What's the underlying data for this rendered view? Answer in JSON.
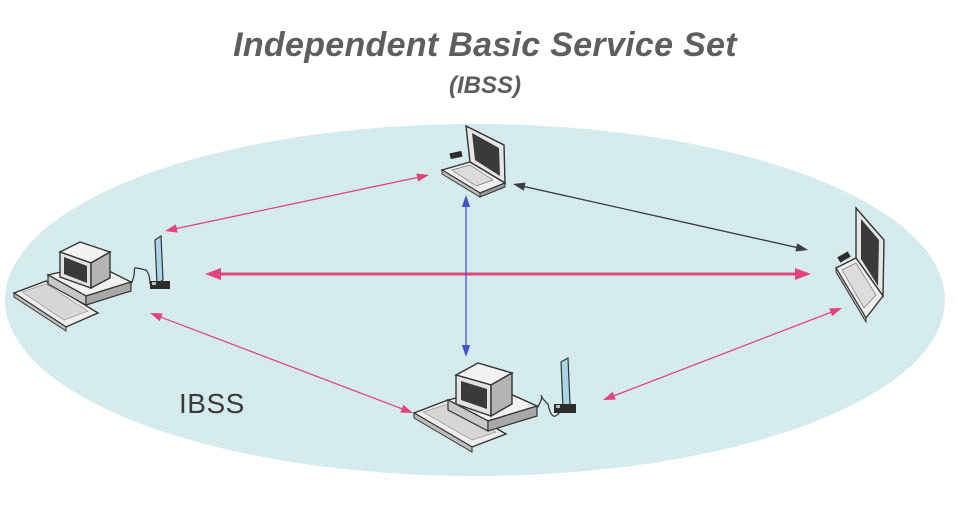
{
  "title": "Independent Basic Service Set",
  "subtitle": "(IBSS)",
  "ellipse_label": "IBSS",
  "colors": {
    "ellipse_fill": "#d3eaed",
    "link_pink": "#e2457a",
    "link_blue": "#4652c8",
    "link_dark": "#3c3c4a",
    "device_body": "#ececec",
    "device_outline": "#3a3a3a",
    "screen": "#3a3a3a",
    "antenna": "#a9d6e6"
  },
  "nodes": [
    {
      "id": "laptop-top",
      "type": "laptop"
    },
    {
      "id": "desktop-left",
      "type": "desktop-with-antenna"
    },
    {
      "id": "laptop-right",
      "type": "laptop"
    },
    {
      "id": "desktop-bottom",
      "type": "desktop-with-antenna"
    }
  ],
  "links": [
    {
      "from": "desktop-left",
      "to": "laptop-top",
      "color": "pink"
    },
    {
      "from": "laptop-top",
      "to": "laptop-right",
      "color": "dark"
    },
    {
      "from": "desktop-left",
      "to": "laptop-right",
      "color": "pink",
      "emphasis": "thick"
    },
    {
      "from": "laptop-top",
      "to": "desktop-bottom",
      "color": "blue"
    },
    {
      "from": "desktop-left",
      "to": "desktop-bottom",
      "color": "pink"
    },
    {
      "from": "desktop-bottom",
      "to": "laptop-right",
      "color": "pink"
    }
  ]
}
